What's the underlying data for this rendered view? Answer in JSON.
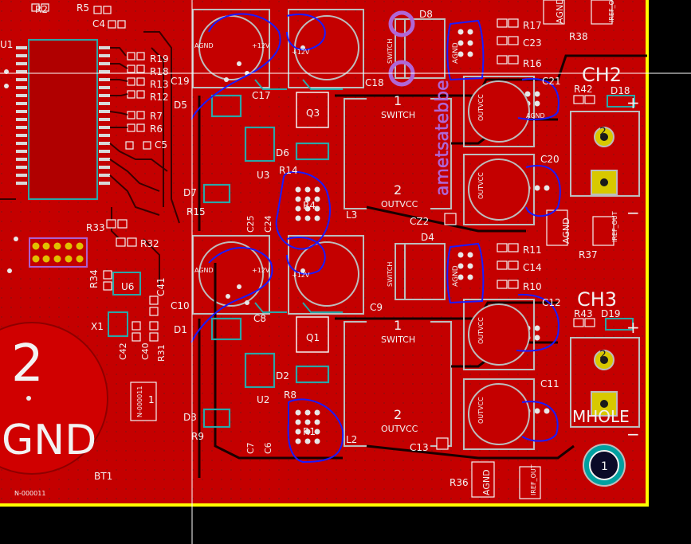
{
  "colors": {
    "background": "#000000",
    "copper": "#c40000",
    "copper_dark": "#8e0000",
    "trace": "#3a0000",
    "silk": "#f2f2f2",
    "pad_outline": "#bdbdbd",
    "via": "#cfcfcf",
    "component": "#2aa7a7",
    "courtyard": "#1a1aff",
    "edge": "#ffff00",
    "fab": "#ad5fd0",
    "crosshair": "#ffffff"
  },
  "icons": {
    "crosshair": "crosshair-cursor-icon",
    "mounting_hole": "mounting-hole-icon"
  },
  "labels": {
    "R2": "R2",
    "R5": "R5",
    "C4": "C4",
    "U1": "U1",
    "R19": "R19",
    "R18": "R18",
    "R13": "R13",
    "R12": "R12",
    "R7": "R7",
    "R6": "R6",
    "C5": "C5",
    "R33": "R33",
    "R32": "R32",
    "R34": "R34",
    "U6": "U6",
    "C41": "C41",
    "X1": "X1",
    "C42": "C42",
    "C40": "C40",
    "R31": "R31",
    "BT1": "BT1",
    "net1": "N-000011",
    "net2": "N-000011",
    "big2": "2",
    "gnd": "GND",
    "pin1": "1",
    "C19": "C19",
    "D5": "D5",
    "C17": "C17",
    "Q3": "Q3",
    "C18": "C18",
    "D6": "D6",
    "R14": "R14",
    "U3": "U3",
    "D7": "D7",
    "R15": "R15",
    "C25": "C25",
    "C24": "C24",
    "R4": "R4",
    "L3": "L3",
    "CZ2": "CZ2",
    "D4": "D4",
    "C10": "C10",
    "D1": "D1",
    "C8": "C8",
    "Q1": "Q1",
    "C9": "C9",
    "D2": "D2",
    "R8": "R8",
    "U2": "U2",
    "D3": "D3",
    "R9": "R9",
    "C7": "C7",
    "C6": "C6",
    "R1": "R1",
    "L2": "L2",
    "C13": "C13",
    "R36": "R36",
    "D8": "D8",
    "R17": "R17",
    "C23": "C23",
    "R38": "R38",
    "R16": "R16",
    "C21": "C21",
    "R42": "R42",
    "D18": "D18",
    "C20": "C20",
    "R37": "R37",
    "R11": "R11",
    "C14": "C14",
    "R10": "R10",
    "C12": "C12",
    "R43": "R43",
    "D19": "D19",
    "C11": "C11",
    "CH2": "CH2",
    "CH3": "CH3",
    "MHOLE": "MHOLE",
    "agnd": "AGND",
    "p12v": "+12V",
    "switch": "SWITCH",
    "outvcc": "OUTVCC",
    "irefout": "IREF_OUT",
    "silk_logo": "ametsatebbe",
    "one": "1",
    "two": "2",
    "plus": "+",
    "minus": "−"
  }
}
